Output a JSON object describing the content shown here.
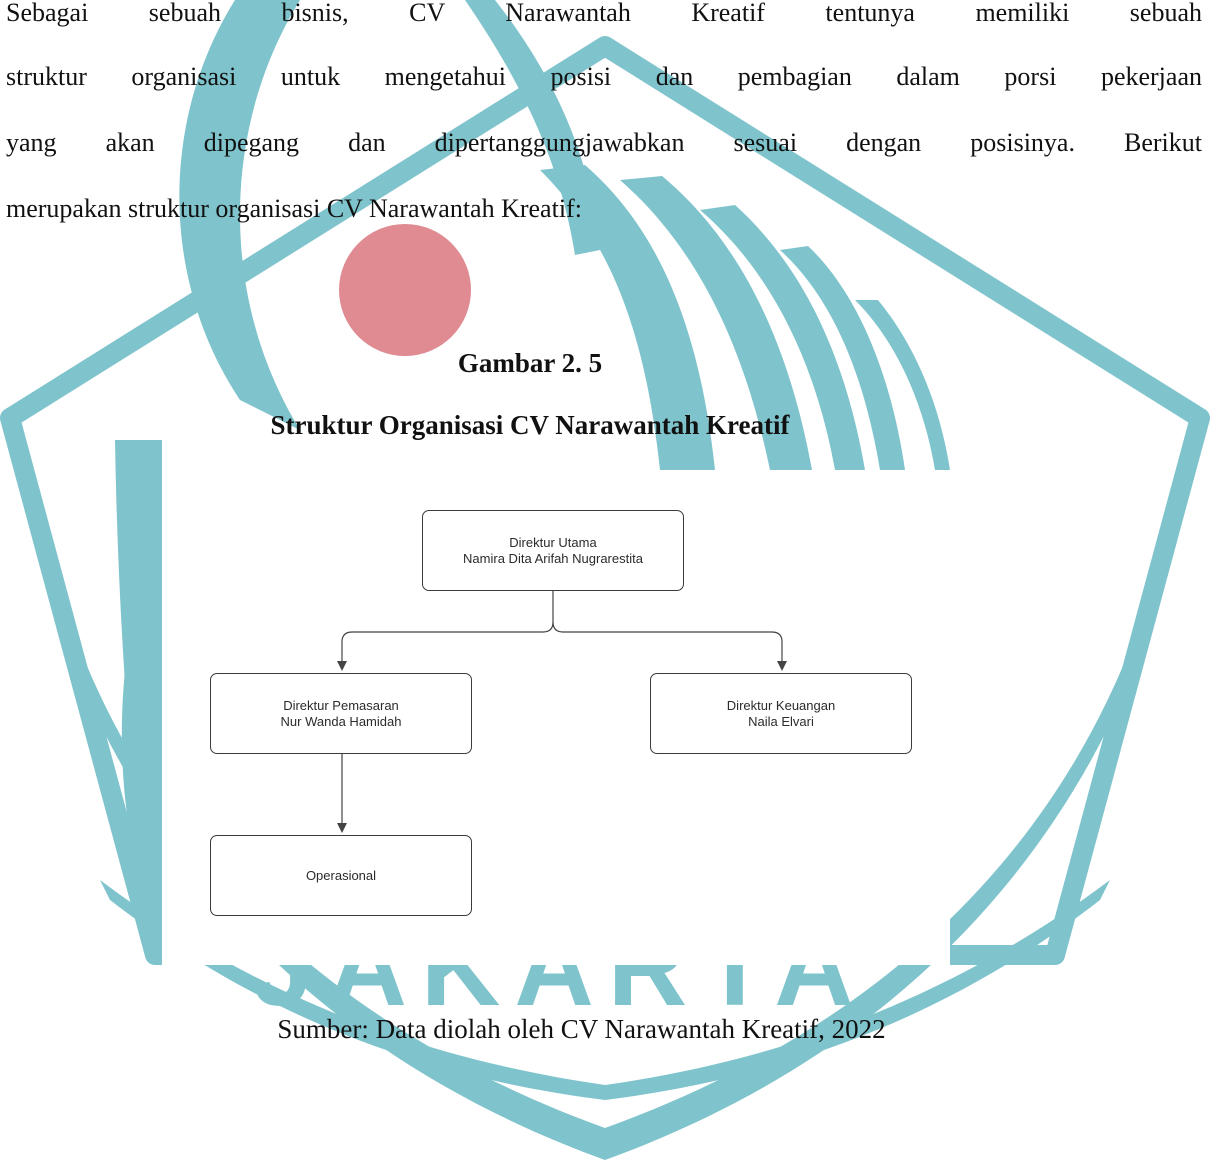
{
  "paragraph": {
    "line1": "Sebagai sebuah bisnis, CV Narawantah Kreatif tentunya memiliki sebuah",
    "line2": "struktur organisasi untuk mengetahui posisi dan pembagian dalam porsi pekerjaan",
    "line3": "yang akan dipegang dan dipertanggungjawabkan sesuai dengan posisinya. Berikut",
    "line4": "merupakan struktur organisasi CV Narawantah Kreatif:"
  },
  "figure": {
    "number": "Gambar 2. 5",
    "title": "Struktur Organisasi CV Narawantah Kreatif",
    "source": "Sumber: Data diolah oleh CV Narawantah Kreatif, 2022"
  },
  "org_chart": {
    "top": {
      "role": "Direktur Utama",
      "name": "Namira Dita Arifah Nugrarestita"
    },
    "left": {
      "role": "Direktur Pemasaran",
      "name": "Nur Wanda Hamidah"
    },
    "right": {
      "role": "Direktur Keuangan",
      "name": "Naila Elvari"
    },
    "bottom": {
      "role": "Operasional"
    }
  },
  "watermark": {
    "text": "JAKARTA",
    "color_teal": "#7fc4cc",
    "color_red": "#e08a92"
  }
}
